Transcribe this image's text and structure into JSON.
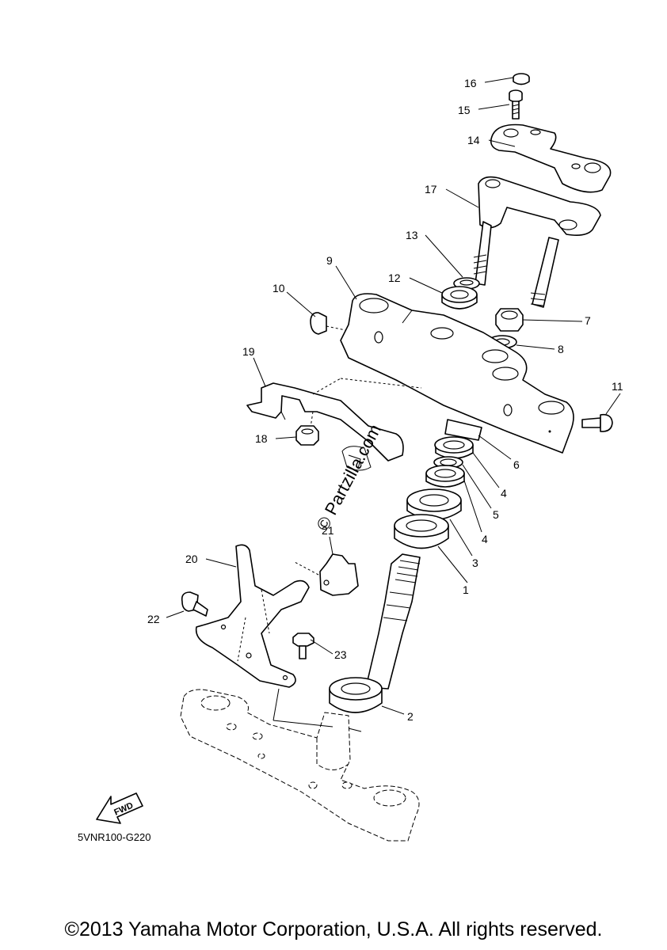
{
  "diagram": {
    "callouts": {
      "c1": "1",
      "c2": "2",
      "c3": "3",
      "c4a": "4",
      "c4b": "4",
      "c5": "5",
      "c6": "6",
      "c7": "7",
      "c8": "8",
      "c9": "9",
      "c10": "10",
      "c11": "11",
      "c12": "12",
      "c13": "13",
      "c14": "14",
      "c15": "15",
      "c16": "16",
      "c17": "17",
      "c18": "18",
      "c19": "19",
      "c20": "20",
      "c21": "21",
      "c22": "22",
      "c23": "23"
    },
    "fwd_label": "FWD",
    "watermark": "© Partzilla.com",
    "diagram_code": "5VNR100-G220"
  },
  "footer": {
    "copyright": "©2013 Yamaha Motor Corporation, U.S.A. All rights reserved."
  }
}
